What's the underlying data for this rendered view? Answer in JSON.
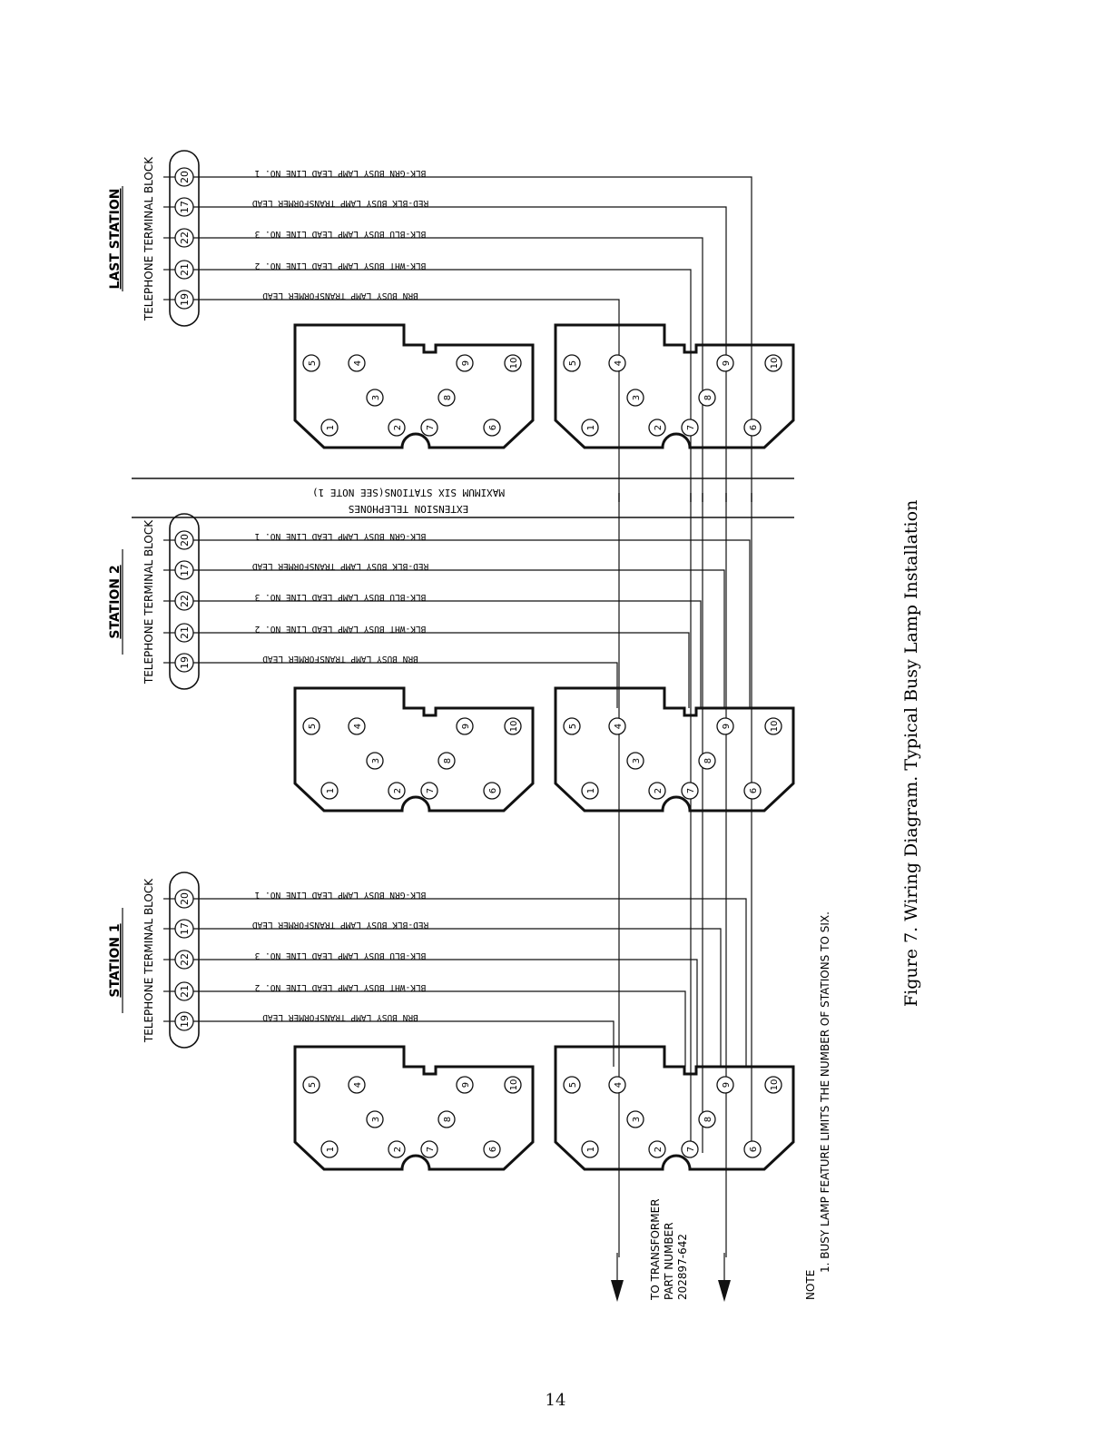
{
  "figure": {
    "caption": "Figure 7.  Wiring Diagram.  Typical Busy Lamp Installation",
    "page_number": "14"
  },
  "stations": [
    {
      "title": "LAST STATION",
      "block_label": "TELEPHONE TERMINAL BLOCK"
    },
    {
      "title": "STATION 2",
      "block_label": "TELEPHONE TERMINAL BLOCK"
    },
    {
      "title": "STATION 1",
      "block_label": "TELEPHONE TERMINAL BLOCK"
    }
  ],
  "terminals": [
    "20",
    "17",
    "22",
    "21",
    "19"
  ],
  "leads": [
    "BLK-GRN BUSY LAMP LEAD LINE NO. 1",
    "RED-BLK BUSY LAMP TRANSFORMER LEAD",
    "BLK-BLU BUSY LAMP LEAD LINE NO. 3",
    "BLK-WHT BUSY LAMP LEAD LINE NO. 2",
    "BRN BUSY LAMP TRANSFORMER LEAD"
  ],
  "connector_pins": [
    "1",
    "2",
    "3",
    "4",
    "5",
    "6",
    "7",
    "8",
    "9",
    "10"
  ],
  "extension": {
    "line1": "EXTENSION TELEPHONES",
    "line2": "MAXIMUM SIX STATIONS(SEE NOTE 1)"
  },
  "transformer": {
    "line1": "TO TRANSFORMER",
    "line2": "PART NUMBER",
    "line3": "202897-642"
  },
  "note": {
    "heading": "NOTE",
    "text": "1. BUSY LAMP FEATURE LIMITS THE NUMBER OF STATIONS TO SIX."
  }
}
